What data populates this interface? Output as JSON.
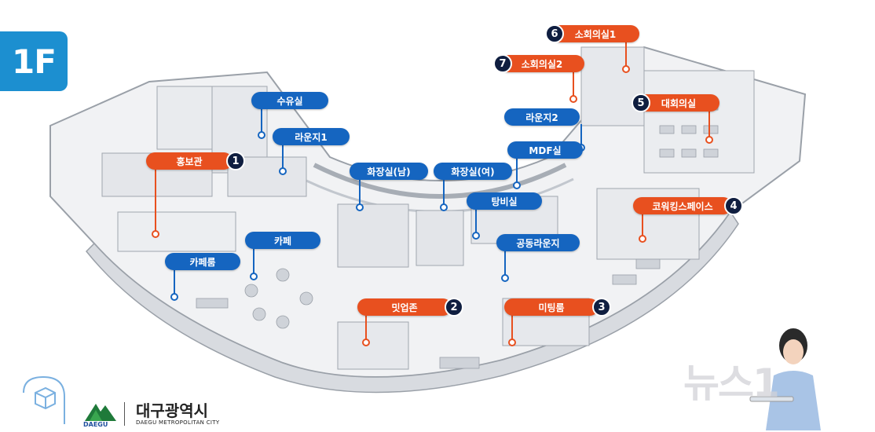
{
  "floor": "1F",
  "rooms": [
    {
      "id": "r-suyu",
      "label": "수유실",
      "color": "blue"
    },
    {
      "id": "r-lounge1",
      "label": "라운지1",
      "color": "blue"
    },
    {
      "id": "r-hongbo",
      "label": "홍보관",
      "color": "orange",
      "number": "1"
    },
    {
      "id": "r-wc-m",
      "label": "화장실(남)",
      "color": "blue"
    },
    {
      "id": "r-wc-f",
      "label": "화장실(여)",
      "color": "blue"
    },
    {
      "id": "r-tangbi",
      "label": "탕비실",
      "color": "blue"
    },
    {
      "id": "r-mdf",
      "label": "MDF실",
      "color": "blue"
    },
    {
      "id": "r-lounge2",
      "label": "라운지2",
      "color": "blue"
    },
    {
      "id": "r-small1",
      "label": "소회의실1",
      "color": "orange",
      "number": "6"
    },
    {
      "id": "r-small2",
      "label": "소회의실2",
      "color": "orange",
      "number": "7"
    },
    {
      "id": "r-large",
      "label": "대회의실",
      "color": "orange",
      "number": "5"
    },
    {
      "id": "r-cowork",
      "label": "코워킹스페이스",
      "color": "orange",
      "number": "4"
    },
    {
      "id": "r-cafe",
      "label": "카페",
      "color": "blue"
    },
    {
      "id": "r-caferoom",
      "label": "카페룸",
      "color": "blue"
    },
    {
      "id": "r-common",
      "label": "공동라운지",
      "color": "blue"
    },
    {
      "id": "r-meetup",
      "label": "밋업존",
      "color": "orange",
      "number": "2"
    },
    {
      "id": "r-meeting",
      "label": "미팅룸",
      "color": "orange",
      "number": "3"
    }
  ],
  "logo": {
    "name": "대구광역시",
    "sub": "DAEGU METROPOLITAN CITY",
    "mark": "DAEGU"
  },
  "watermark": "뉴스1",
  "colors": {
    "blue": "#1565c0",
    "orange": "#e8501f",
    "floor_badge": "#1c8fd0",
    "marker": "#0f1e40"
  }
}
